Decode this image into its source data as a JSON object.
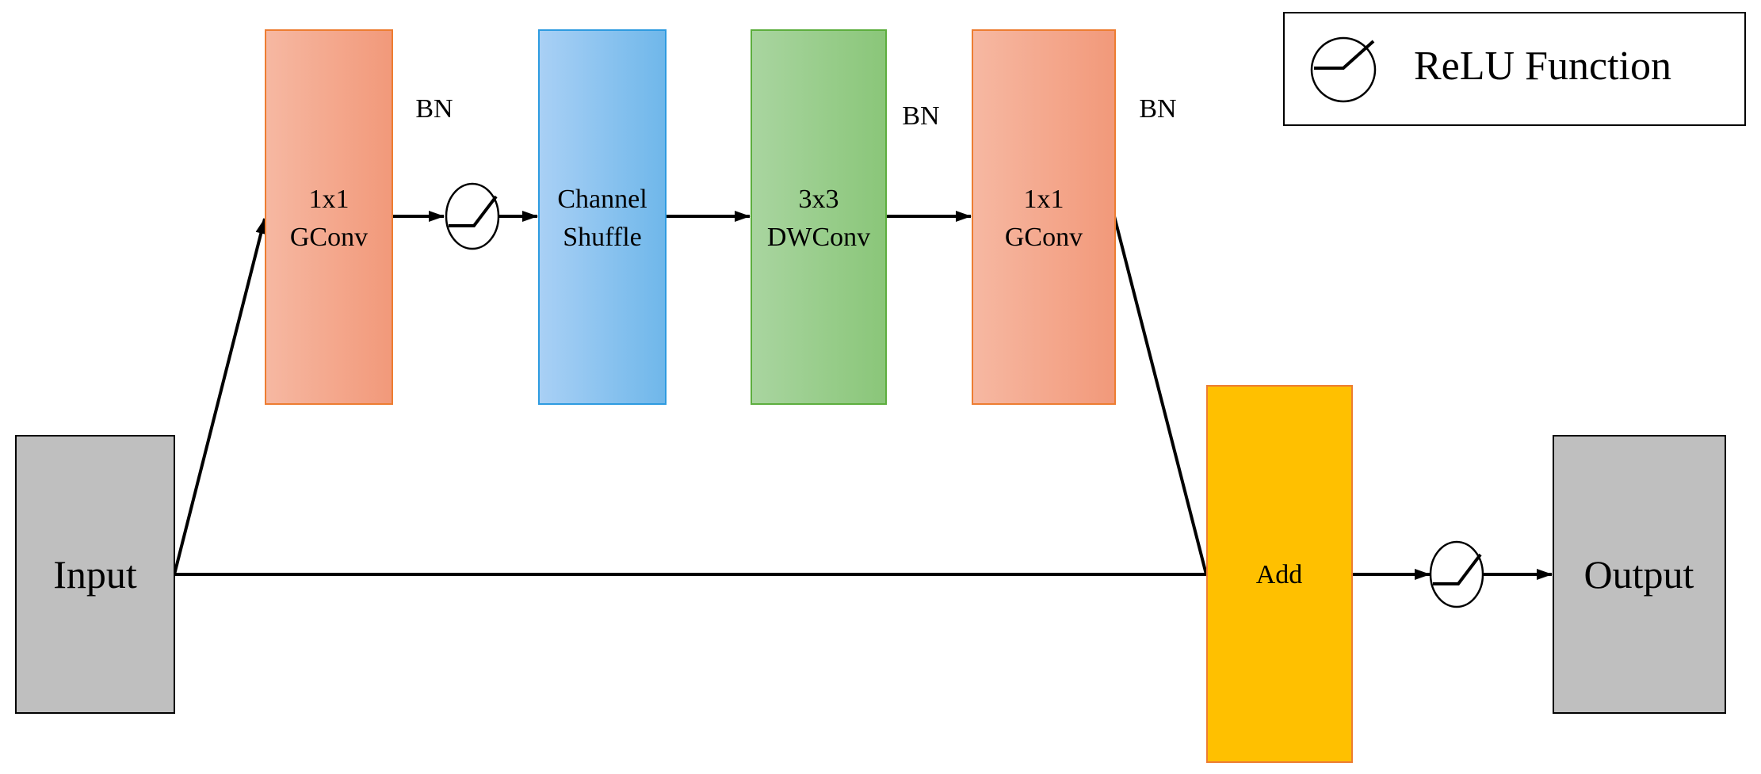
{
  "blocks": {
    "input": {
      "label": "Input",
      "color": "#BFBFBF"
    },
    "gconv1": {
      "line1": "1x1",
      "line2": "GConv",
      "colors": [
        "#F6B8A2",
        "#F2997A"
      ],
      "border": "#ED7D31"
    },
    "shuffle": {
      "line1": "Channel",
      "line2": "Shuffle",
      "colors": [
        "#A9D0F5",
        "#6FB7EA"
      ],
      "border": "#2E9BE0"
    },
    "dwconv": {
      "line1": "3x3",
      "line2": "DWConv",
      "colors": [
        "#A9D5A0",
        "#8AC679"
      ],
      "border": "#5DAE3E"
    },
    "gconv2": {
      "line1": "1x1",
      "line2": "GConv",
      "colors": [
        "#F6B8A2",
        "#F2997A"
      ],
      "border": "#ED7D31"
    },
    "add": {
      "label": "Add",
      "color": "#FFC000",
      "border": "#ED7D31"
    },
    "output": {
      "label": "Output",
      "color": "#BFBFBF"
    }
  },
  "bn_labels": {
    "bn1": "BN",
    "bn2": "BN",
    "bn3": "BN"
  },
  "legend": {
    "label": "ReLU Function",
    "icon": "relu-icon"
  }
}
